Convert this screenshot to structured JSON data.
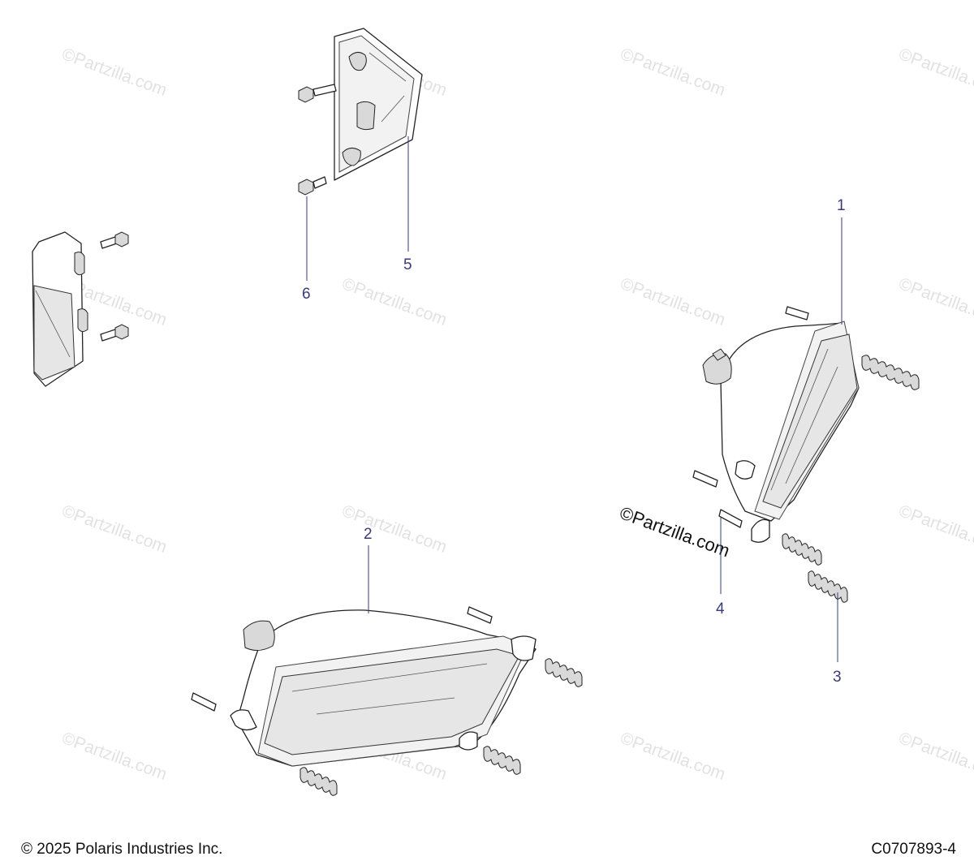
{
  "watermark": "©Partzilla.com",
  "callouts": {
    "c1": "1",
    "c2": "2",
    "c3": "3",
    "c4": "4",
    "c5": "5",
    "c6": "6"
  },
  "footer": {
    "copyright": "© 2025 Polaris Industries Inc.",
    "diagram_code": "C0707893-4"
  }
}
